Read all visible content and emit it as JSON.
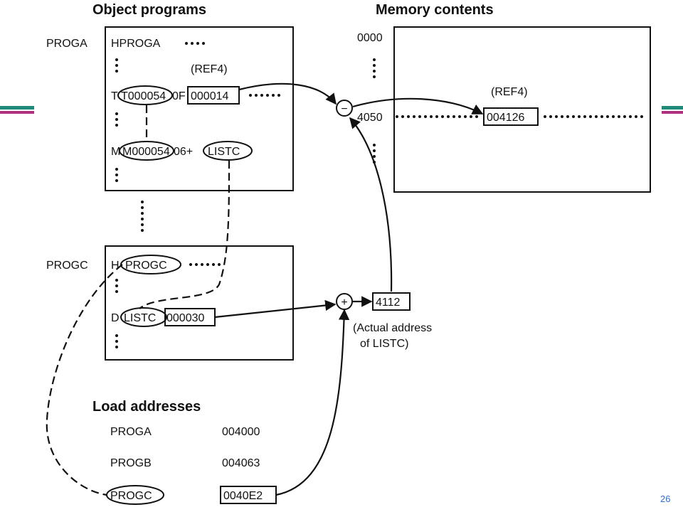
{
  "headers": {
    "object_programs": "Object programs",
    "memory_contents": "Memory contents",
    "load_addresses": "Load addresses"
  },
  "proga": {
    "label": "PROGA",
    "header_record": "HPROGA",
    "ref_label": "(REF4)",
    "text_record_prefix": "T000054",
    "text_record_mid": "0F",
    "text_record_value": "000014",
    "mod_record_prefix": "M000054",
    "mod_record_suffix": "06+",
    "mod_symbol": "LISTC"
  },
  "memory": {
    "start_address": "0000",
    "address_4050": "4050",
    "ref_label": "(REF4)",
    "ref4_value": "004126"
  },
  "progc": {
    "label": "PROGC",
    "header_prefix": "H",
    "header_name": "PROGC",
    "define_prefix": "D",
    "define_symbol": "LISTC",
    "define_value": "000030"
  },
  "operators": {
    "minus": "−",
    "plus": "+"
  },
  "result": {
    "value": "4112",
    "caption_line1": "(Actual address",
    "caption_line2": "of LISTC)"
  },
  "load_addresses": [
    {
      "name": "PROGA",
      "address": "004000"
    },
    {
      "name": "PROGB",
      "address": "004063"
    },
    {
      "name": "PROGC",
      "address": "0040E2"
    }
  ],
  "page_number": "26",
  "colors": {
    "accent_teal": "#1f8a7a",
    "accent_magenta": "#b0327e",
    "page_number": "#2f6fd0"
  }
}
